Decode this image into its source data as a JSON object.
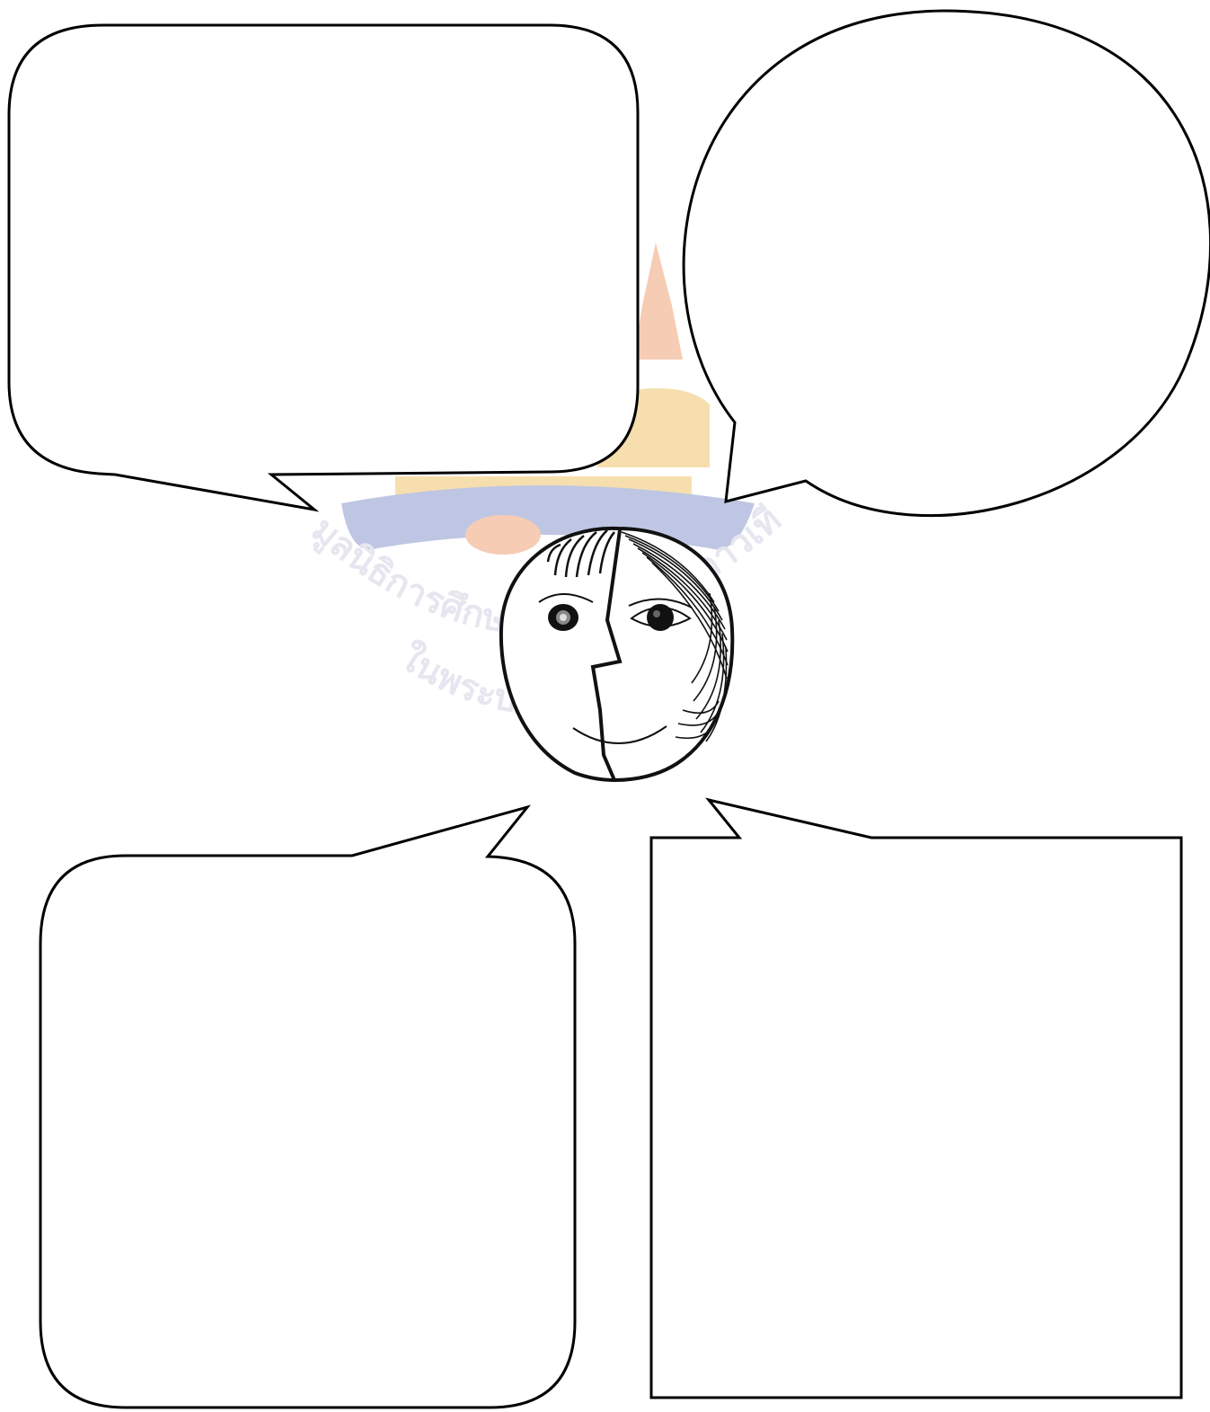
{
  "colors": {
    "outline": "#000000",
    "background": "#ffffff",
    "watermark_gold": "#e8a31a",
    "watermark_orange": "#e8702a",
    "watermark_blue": "#4a5fb0",
    "watermark_text": "#b9b9d6"
  },
  "watermark": {
    "line1": "มูลนิธิการศึกษาทางไกลผ่านดาวเทียม",
    "line2": "ในพระบรมราชูปถัมภ์",
    "emblem": "royal-anniversary-emblem"
  },
  "illustration": {
    "center_icon": "half-face-icon"
  }
}
